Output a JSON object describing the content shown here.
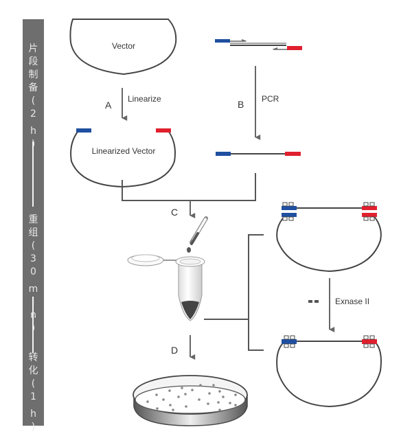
{
  "sidebar": {
    "stages": [
      {
        "label": "片段制备",
        "duration": "2 h"
      },
      {
        "label": "重组",
        "duration": "30 min"
      },
      {
        "label": "转化",
        "duration": "1 h"
      }
    ]
  },
  "diagram": {
    "vector_label": "Vector",
    "linearized_vector_label": "Linearized Vector",
    "steps": {
      "A": {
        "letter": "A",
        "label": "Linearize"
      },
      "B": {
        "letter": "B",
        "label": "PCR"
      },
      "C": {
        "letter": "C",
        "label": ""
      },
      "D": {
        "letter": "D",
        "label": ""
      },
      "exnase": {
        "label": "Exnase II"
      }
    },
    "colors": {
      "blue_end": "#1f4fa0",
      "red_end": "#e0202e",
      "line": "#444444",
      "arrow": "#666666",
      "sidebar": "#6e6e6e"
    }
  }
}
